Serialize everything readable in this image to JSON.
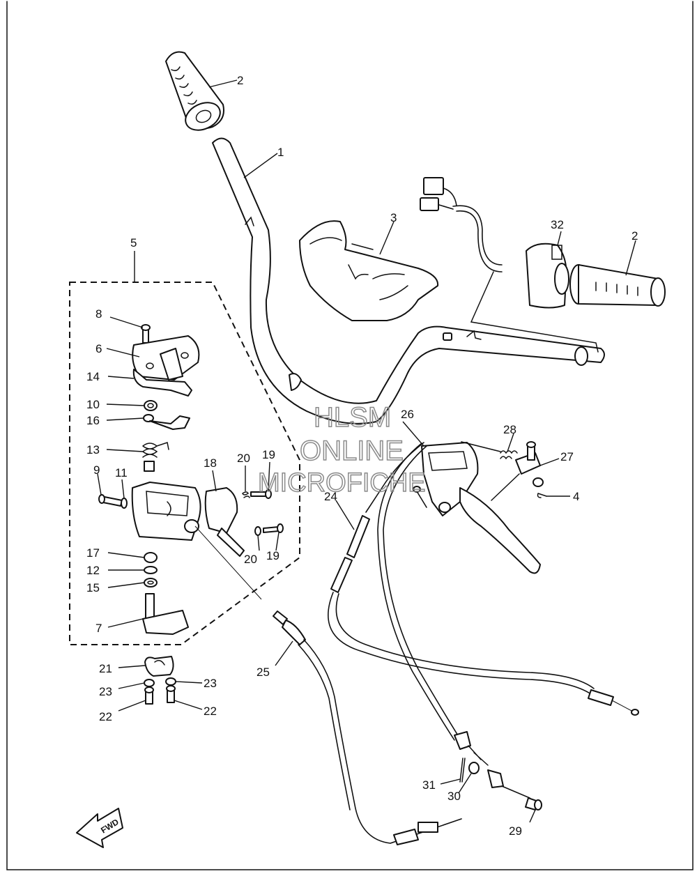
{
  "watermark": {
    "line1": "HLSM",
    "line2": "ONLINE",
    "line3": "MICROFICHE"
  },
  "direction_marker": {
    "label": "FWD",
    "icon": "fwd-arrow-icon"
  },
  "callouts": {
    "c1": "1",
    "c2_left": "2",
    "c2_right": "2",
    "c3": "3",
    "c4": "4",
    "c5": "5",
    "c6": "6",
    "c7": "7",
    "c8": "8",
    "c9": "9",
    "c10": "10",
    "c11": "11",
    "c12": "12",
    "c13": "13",
    "c14": "14",
    "c15": "15",
    "c16": "16",
    "c17": "17",
    "c18": "18",
    "c19_top": "19",
    "c19_bottom": "19",
    "c20_top": "20",
    "c20_bottom": "20",
    "c21": "21",
    "c22_left": "22",
    "c22_right": "22",
    "c23_left": "23",
    "c23_right": "23",
    "c24": "24",
    "c25": "25",
    "c26": "26",
    "c27": "27",
    "c28": "28",
    "c29": "29",
    "c30": "30",
    "c31": "31",
    "c32": "32"
  }
}
